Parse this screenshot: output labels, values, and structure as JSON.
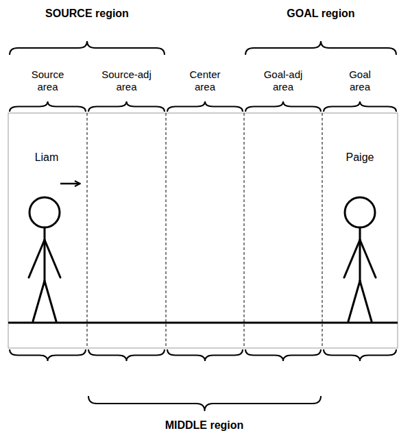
{
  "diagram": {
    "nodes": [
      {
        "text": [
          "Source area"
        ]
      },
      {
        "text": [
          "Source-adj area"
        ]
      },
      {
        "text": [
          "Center area"
        ]
      },
      {
        "text": [
          "Goal-adj area"
        ]
      },
      {
        "text": [
          "Goal area"
        ]
      }
    ],
    "labels": [
      "SOURCE region",
      "GOAL region",
      "MIDDLE region",
      "Liam",
      "Paige"
    ]
  }
}
